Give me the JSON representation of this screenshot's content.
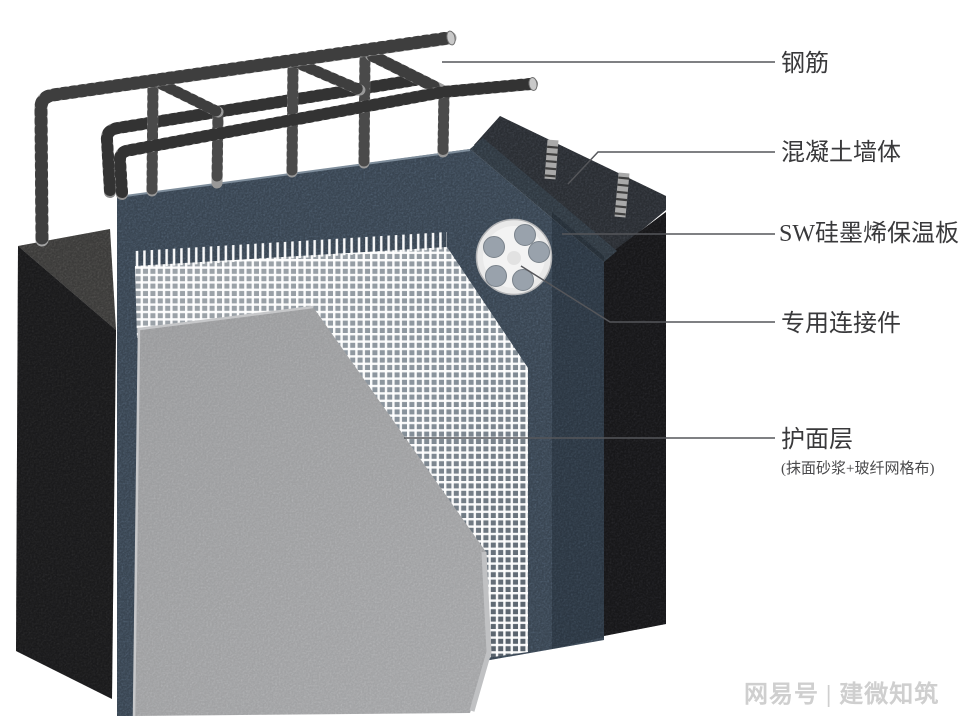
{
  "diagram": {
    "type": "construction-detail",
    "description_parts": [
      "rebar-cage",
      "concrete-wall",
      "insulation-board",
      "anchor-disc",
      "mesh-layer",
      "render-layer"
    ]
  },
  "annotations": {
    "items": [
      {
        "id": "rebar",
        "label": "钢筋"
      },
      {
        "id": "concrete-wall",
        "label": "混凝土墙体"
      },
      {
        "id": "insulation-board",
        "label": "SW硅墨烯保温板"
      },
      {
        "id": "connector",
        "label": "专用连接件"
      },
      {
        "id": "facing-layer",
        "label": "护面层",
        "sublabel": "(抹面砂浆+玻纤网格布)"
      }
    ]
  },
  "watermark": {
    "text": "网易号 | 建微知筑"
  },
  "colors": {
    "background": "#ffffff",
    "insulation_blue": "#536476",
    "insulation_chamfer": "#46535f",
    "concrete_dark": "#2b2b2f",
    "concrete_top": "#42474f",
    "block_front": "#2d2d2f",
    "block_top": "#575654",
    "render_gray": "#b3b4b6",
    "mesh_white": "#ffffff",
    "rebar_gray": "#a4a4a4",
    "rebar_rib": "#3e3e3e",
    "leader_line": "#55565a",
    "label_text": "#39393b",
    "watermark_gray": "#d0d0d0"
  }
}
